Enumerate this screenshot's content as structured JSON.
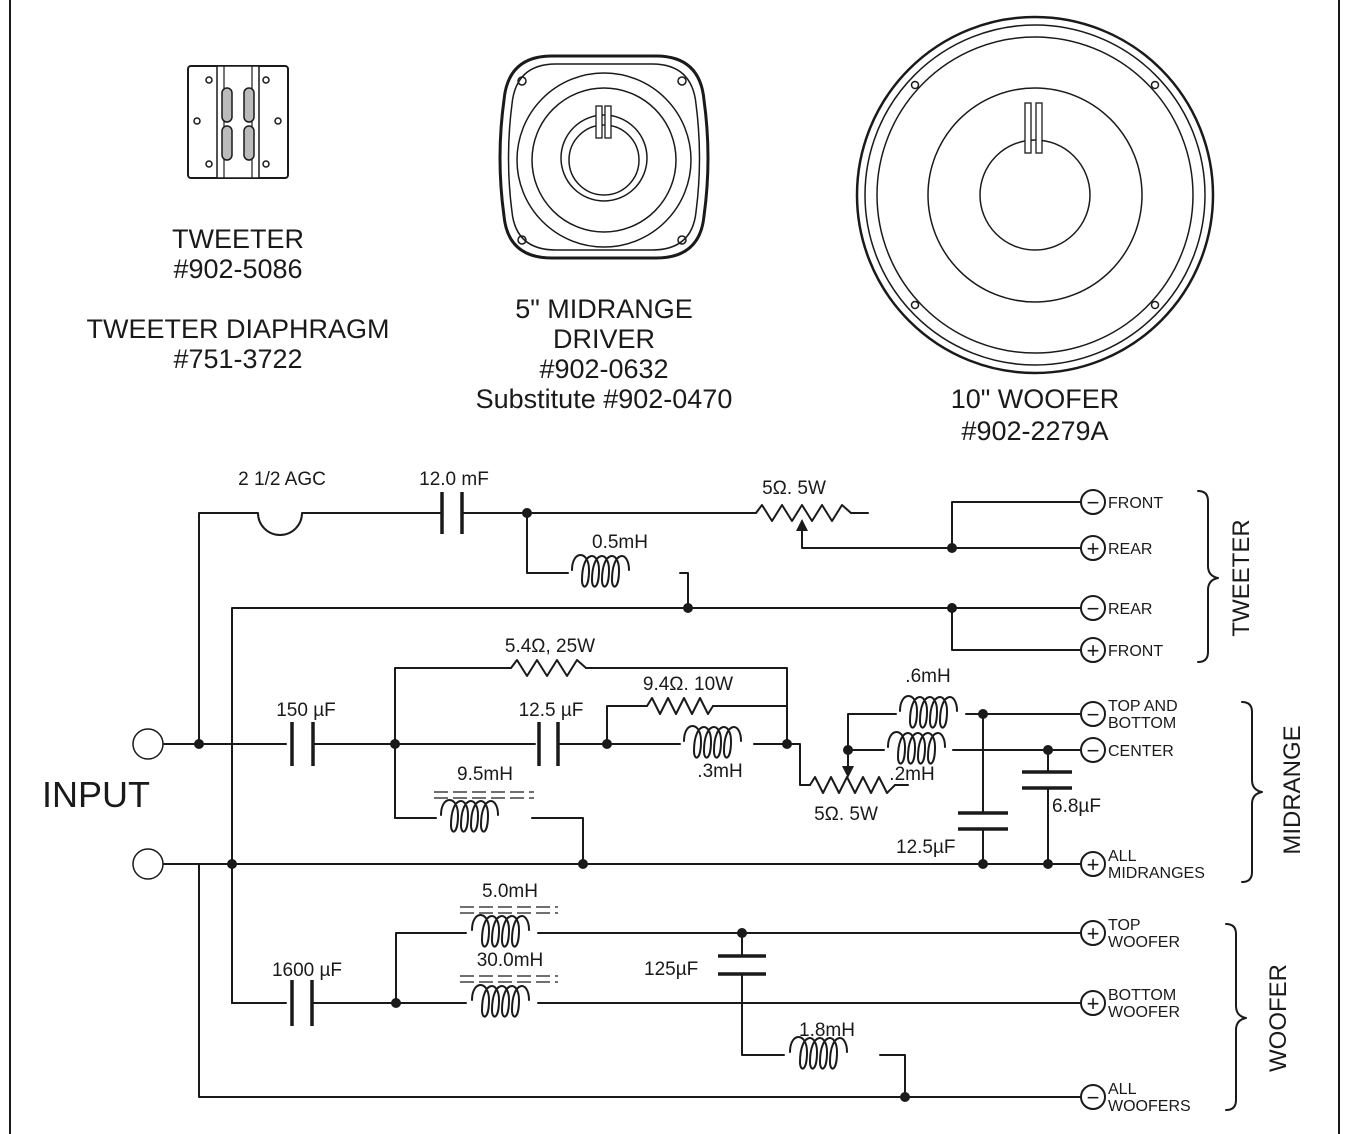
{
  "drivers": {
    "tweeter": {
      "title": "TWEETER",
      "part": "#902-5086",
      "diaphragm_title": "TWEETER DIAPHRAGM",
      "diaphragm_part": "#751-3722"
    },
    "midrange": {
      "line1": "5\" MIDRANGE",
      "line2": "DRIVER",
      "part": "#902-0632",
      "substitute": "Substitute #902-0470"
    },
    "woofer": {
      "title": "10\" WOOFER",
      "part": "#902-2279A"
    }
  },
  "components": {
    "fuse": "2 1/2 AGC",
    "c_tweeter": "12.0 mF",
    "pot_tweeter": "5Ω. 5W",
    "l_tweeter": "0.5mH",
    "r_mid_top": "5.4Ω, 25W",
    "c_mid_in": "150 µF",
    "r_mid_2": "9.4Ω. 10W",
    "c_mid_2": "12.5 µF",
    "l_mid_03": ".3mH",
    "l_mid_95": "9.5mH",
    "pot_mid": "5Ω. 5W",
    "l_mid_06": ".6mH",
    "l_mid_02": ".2mH",
    "c_mid_68": "6.8µF",
    "c_mid_125": "12.5µF",
    "c_woof_in": "1600 µF",
    "l_woof_5": "5.0mH",
    "l_woof_30": "30.0mH",
    "c_woof_125": "125µF",
    "l_woof_18": "1.8mH"
  },
  "input_label": "INPUT",
  "terminals": {
    "t_front_neg": {
      "sign": "−",
      "label": "FRONT"
    },
    "t_rear_pos": {
      "sign": "+",
      "label": "REAR"
    },
    "t_rear_neg": {
      "sign": "−",
      "label": "REAR"
    },
    "t_front_pos": {
      "sign": "+",
      "label": "FRONT"
    },
    "m_topbottom": {
      "sign": "−",
      "label1": "TOP AND",
      "label2": "BOTTOM"
    },
    "m_center": {
      "sign": "−",
      "label": "CENTER"
    },
    "m_all": {
      "sign": "+",
      "label1": "ALL",
      "label2": "MIDRANGES"
    },
    "w_top": {
      "sign": "+",
      "label1": "TOP",
      "label2": "WOOFER"
    },
    "w_bottom": {
      "sign": "+",
      "label1": "BOTTOM",
      "label2": "WOOFER"
    },
    "w_all": {
      "sign": "−",
      "label1": "ALL",
      "label2": "WOOFERS"
    }
  },
  "groups": {
    "tweeter": "TWEETER",
    "midrange": "MIDRANGE",
    "woofer": "WOOFER"
  }
}
